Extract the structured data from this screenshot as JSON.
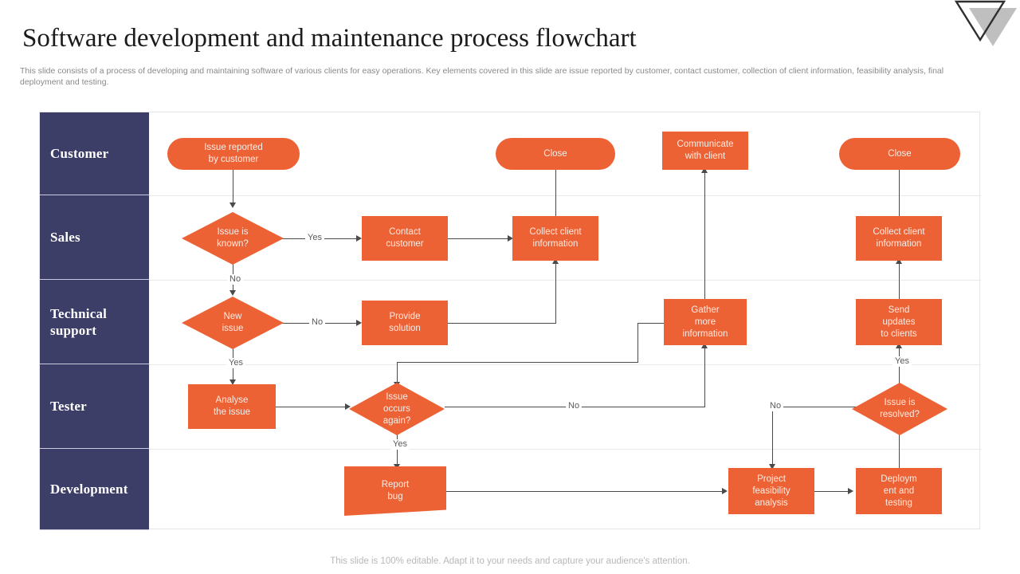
{
  "slide": {
    "title": "Software development and maintenance process flowchart",
    "subtitle": "This slide consists of a process of developing and maintaining software of various clients for easy operations. Key elements covered in this slide are issue reported by customer, contact customer, collection of client information, feasibility analysis, final deployment and testing.",
    "footer": "This slide is 100% editable. Adapt it to your needs and capture your audience's attention."
  },
  "colors": {
    "node_fill": "#ec6235",
    "node_text": "#fdece4",
    "lane_fill": "#3c3e68",
    "lane_text": "#ffffff",
    "connector": "#4a4a4a",
    "title_text": "#1b1b1b",
    "subtitle_text": "#8a8a8a",
    "footer_text": "#b8b8b8"
  },
  "lanes": [
    {
      "label": "Customer"
    },
    {
      "label": "Sales"
    },
    {
      "label": "Technical\nsupport"
    },
    {
      "label": "Tester"
    },
    {
      "label": "Development"
    }
  ],
  "nodes": {
    "issue_reported": {
      "label": "Issue reported\nby customer",
      "shape": "pill",
      "lane": "Customer"
    },
    "close_mid": {
      "label": "Close",
      "shape": "pill",
      "lane": "Customer"
    },
    "communicate": {
      "label": "Communicate\nwith client",
      "shape": "rect",
      "lane": "Customer"
    },
    "close_right": {
      "label": "Close",
      "shape": "pill",
      "lane": "Customer"
    },
    "issue_known": {
      "label": "Issue is\nknown?",
      "shape": "diamond",
      "lane": "Sales"
    },
    "contact_customer": {
      "label": "Contact\ncustomer",
      "shape": "rect",
      "lane": "Sales"
    },
    "collect_mid": {
      "label": "Collect client\ninformation",
      "shape": "rect",
      "lane": "Sales"
    },
    "collect_right": {
      "label": "Collect client\ninformation",
      "shape": "rect",
      "lane": "Sales"
    },
    "new_issue": {
      "label": "New\nissue",
      "shape": "diamond",
      "lane": "Technical support"
    },
    "provide_solution": {
      "label": "Provide\nsolution",
      "shape": "rect",
      "lane": "Technical support"
    },
    "gather_more": {
      "label": "Gather\nmore\ninformation",
      "shape": "rect",
      "lane": "Technical support"
    },
    "send_updates": {
      "label": "Send\nupdates\nto clients",
      "shape": "rect",
      "lane": "Technical support"
    },
    "analyse_issue": {
      "label": "Analyse\nthe issue",
      "shape": "rect",
      "lane": "Tester"
    },
    "issue_occurs": {
      "label": "Issue\noccurs\nagain?",
      "shape": "diamond",
      "lane": "Tester"
    },
    "issue_resolved": {
      "label": "Issue is\nresolved?",
      "shape": "diamond",
      "lane": "Tester"
    },
    "report_bug": {
      "label": "Report\nbug",
      "shape": "trapezoid",
      "lane": "Development"
    },
    "project_feas": {
      "label": "Project\nfeasibility\nanalysis",
      "shape": "rect",
      "lane": "Development"
    },
    "deployment": {
      "label": "Deploym\nent and\ntesting",
      "shape": "rect",
      "lane": "Development"
    }
  },
  "edge_labels": {
    "known_yes": "Yes",
    "known_no": "No",
    "newissue_no": "No",
    "newissue_yes": "Yes",
    "occurs_no": "No",
    "occurs_yes": "Yes",
    "resolved_no": "No",
    "resolved_yes": "Yes"
  },
  "chart_data": {
    "type": "diagram",
    "title": "Software development and maintenance process flowchart",
    "diagram_kind": "swimlane-flowchart",
    "lanes": [
      "Customer",
      "Sales",
      "Technical support",
      "Tester",
      "Development"
    ],
    "edges": [
      {
        "from": "issue_reported",
        "to": "issue_known",
        "label": ""
      },
      {
        "from": "issue_known",
        "to": "contact_customer",
        "label": "Yes"
      },
      {
        "from": "issue_known",
        "to": "new_issue",
        "label": "No"
      },
      {
        "from": "contact_customer",
        "to": "collect_mid",
        "label": ""
      },
      {
        "from": "collect_mid",
        "to": "close_mid",
        "label": ""
      },
      {
        "from": "new_issue",
        "to": "provide_solution",
        "label": "No"
      },
      {
        "from": "new_issue",
        "to": "analyse_issue",
        "label": "Yes"
      },
      {
        "from": "provide_solution",
        "to": "collect_mid",
        "label": ""
      },
      {
        "from": "analyse_issue",
        "to": "issue_occurs",
        "label": ""
      },
      {
        "from": "issue_occurs",
        "to": "report_bug",
        "label": "Yes"
      },
      {
        "from": "issue_occurs",
        "to": "gather_more",
        "label": "No"
      },
      {
        "from": "gather_more",
        "to": "issue_occurs",
        "label": ""
      },
      {
        "from": "gather_more",
        "to": "communicate",
        "label": ""
      },
      {
        "from": "report_bug",
        "to": "project_feas",
        "label": ""
      },
      {
        "from": "project_feas",
        "to": "deployment",
        "label": ""
      },
      {
        "from": "deployment",
        "to": "issue_resolved",
        "label": ""
      },
      {
        "from": "issue_resolved",
        "to": "send_updates",
        "label": "Yes"
      },
      {
        "from": "issue_resolved",
        "to": "project_feas",
        "label": "No"
      },
      {
        "from": "send_updates",
        "to": "collect_right",
        "label": ""
      },
      {
        "from": "collect_right",
        "to": "close_right",
        "label": ""
      }
    ]
  }
}
